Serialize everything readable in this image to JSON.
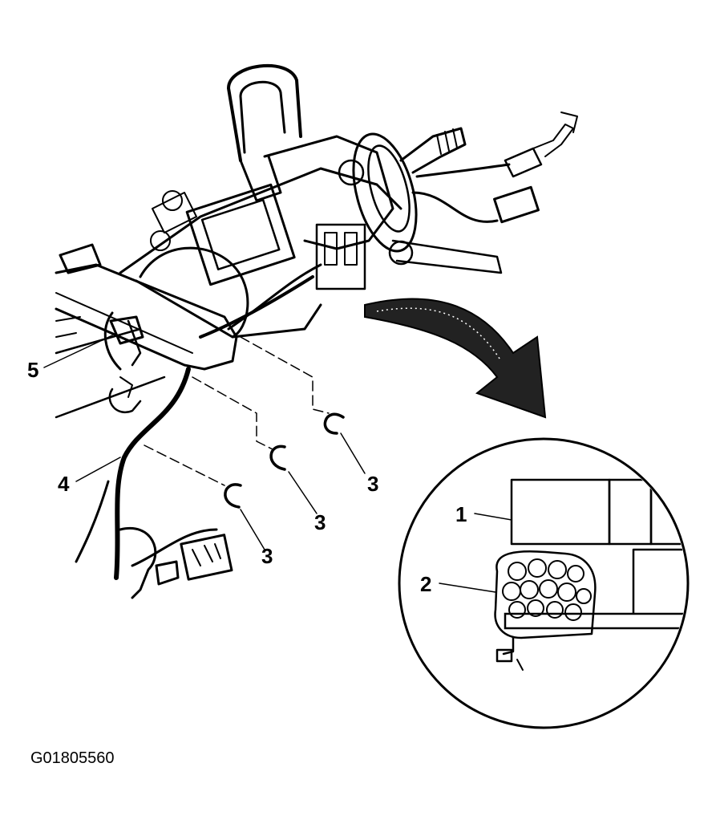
{
  "figure": {
    "reference_code": "G01805560",
    "callouts": [
      {
        "id": "callout-1",
        "text": "1"
      },
      {
        "id": "callout-2",
        "text": "2"
      },
      {
        "id": "callout-3a",
        "text": "3"
      },
      {
        "id": "callout-3b",
        "text": "3"
      },
      {
        "id": "callout-3c",
        "text": "3"
      },
      {
        "id": "callout-4",
        "text": "4"
      },
      {
        "id": "callout-5",
        "text": "5"
      }
    ]
  },
  "colors": {
    "ink": "#000000",
    "paper": "#ffffff"
  }
}
